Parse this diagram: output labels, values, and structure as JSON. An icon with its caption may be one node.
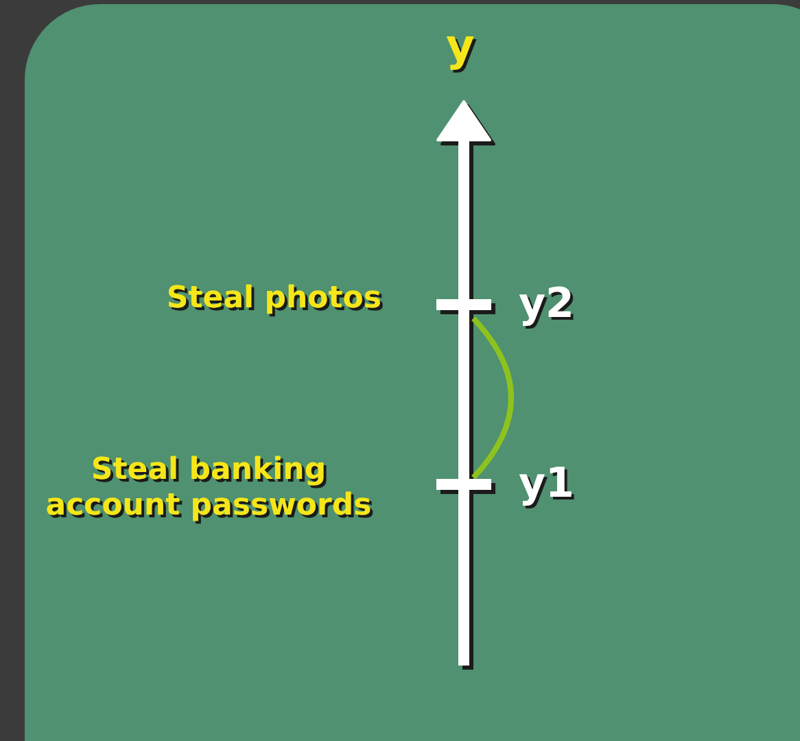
{
  "diagram": {
    "labels": [
      "y",
      "Steal photos",
      "y2",
      "Steal banking account passwords",
      "y1"
    ]
  }
}
